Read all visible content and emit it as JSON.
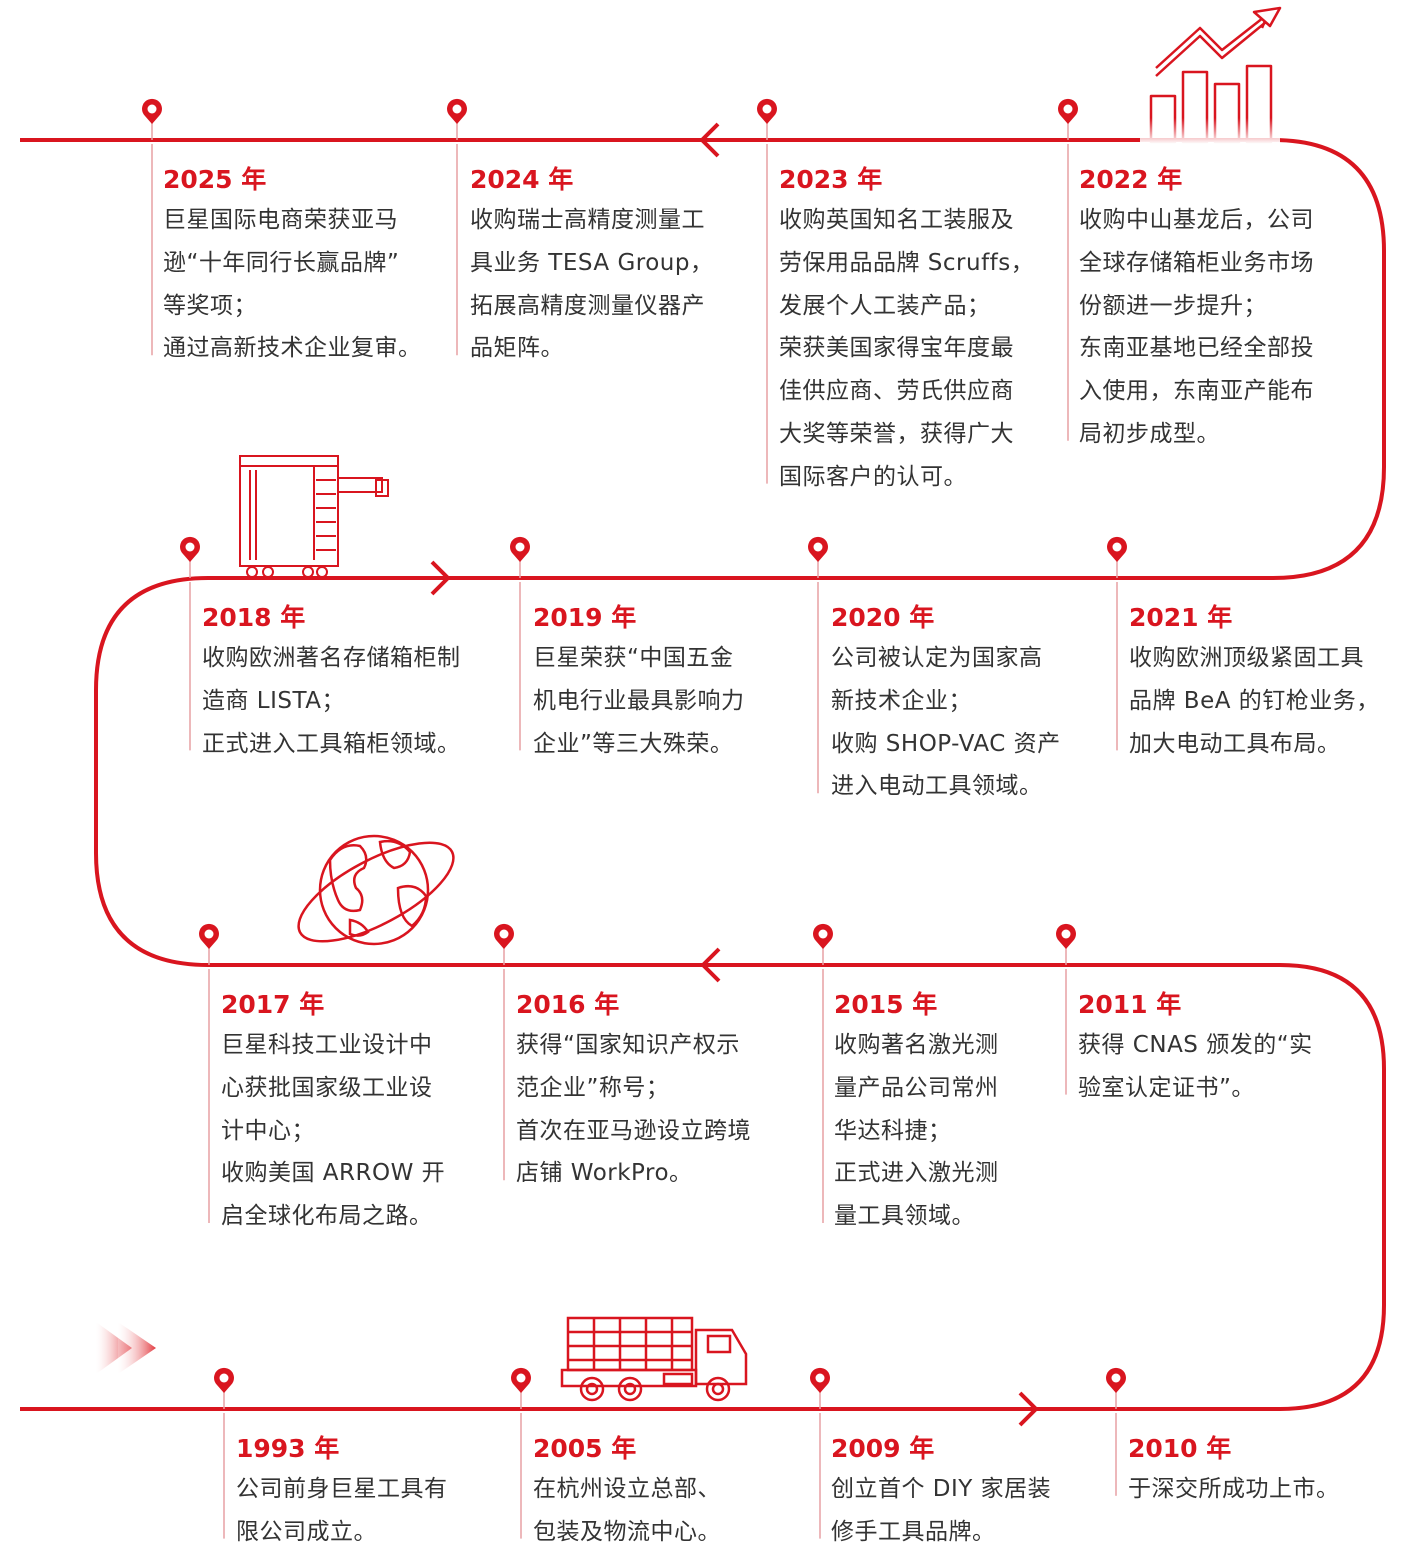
{
  "colors": {
    "accent": "#d9151f",
    "text": "#333333",
    "pin_stem": "#e7a0a4",
    "pin_fill": "#ffffff",
    "background": "#ffffff"
  },
  "icons": {
    "growth_chart": "bar-chart-growth-icon",
    "tool_cabinet": "tool-cabinet-icon",
    "globe": "globe-ring-icon",
    "truck": "truck-icon",
    "start": "fast-forward-arrows-icon"
  },
  "milestones": [
    {
      "year": "2025 年",
      "lines": [
        "巨星国际电商荣获亚马",
        "逊“十年同行长赢品牌”",
        "等奖项；",
        "通过高新技术企业复审。"
      ]
    },
    {
      "year": "2024 年",
      "lines": [
        "收购瑞士高精度测量工",
        "具业务 TESA Group，",
        "拓展高精度测量仪器产",
        "品矩阵。"
      ]
    },
    {
      "year": "2023 年",
      "lines": [
        "收购英国知名工装服及",
        "劳保用品品牌 Scruffs，",
        "发展个人工装产品；",
        "荣获美国家得宝年度最",
        "佳供应商、劳氏供应商",
        "大奖等荣誉，获得广大",
        "国际客户的认可。"
      ]
    },
    {
      "year": "2022 年",
      "lines": [
        "收购中山基龙后，公司",
        "全球存储箱柜业务市场",
        "份额进一步提升；",
        "东南亚基地已经全部投",
        "入使用，东南亚产能布",
        "局初步成型。"
      ]
    },
    {
      "year": "2018 年",
      "lines": [
        "收购欧洲著名存储箱柜制",
        "造商 LISTA；",
        "正式进入工具箱柜领域。"
      ]
    },
    {
      "year": "2019 年",
      "lines": [
        "巨星荣获“中国五金",
        "机电行业最具影响力",
        "企业”等三大殊荣。"
      ]
    },
    {
      "year": "2020 年",
      "lines": [
        "公司被认定为国家高",
        "新技术企业；",
        "收购 SHOP-VAC 资产",
        "进入电动工具领域。"
      ]
    },
    {
      "year": "2021 年",
      "lines": [
        "收购欧洲顶级紧固工具",
        "品牌 BeA 的钉枪业务，",
        "加大电动工具布局。"
      ]
    },
    {
      "year": "2017 年",
      "lines": [
        "巨星科技工业设计中",
        "心获批国家级工业设",
        "计中心；",
        "收购美国 ARROW 开",
        "启全球化布局之路。"
      ]
    },
    {
      "year": "2016 年",
      "lines": [
        "获得“国家知识产权示",
        "范企业”称号；",
        "首次在亚马逊设立跨境",
        "店铺 WorkPro。"
      ]
    },
    {
      "year": "2015 年",
      "lines": [
        "收购著名激光测",
        "量产品公司常州",
        "华达科捷；",
        "正式进入激光测",
        "量工具领域。"
      ]
    },
    {
      "year": "2011 年",
      "lines": [
        "获得 CNAS 颁发的“实",
        "验室认定证书”。"
      ]
    },
    {
      "year": "1993 年",
      "lines": [
        "公司前身巨星工具有",
        "限公司成立。"
      ]
    },
    {
      "year": "2005 年",
      "lines": [
        "在杭州设立总部、",
        "包装及物流中心。"
      ]
    },
    {
      "year": "2009 年",
      "lines": [
        "创立首个 DIY 家居装",
        "修手工具品牌。"
      ]
    },
    {
      "year": "2010 年",
      "lines": [
        "于深交所成功上市。"
      ]
    }
  ]
}
